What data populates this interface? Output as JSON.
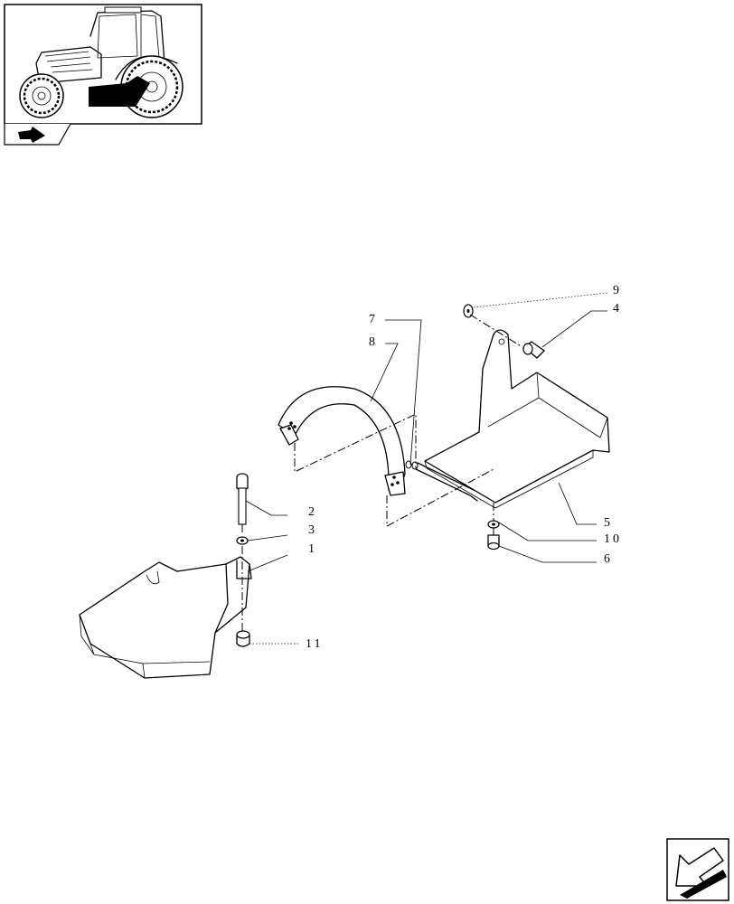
{
  "thumbnail": {
    "icon": "tractor-icon",
    "highlight_color": "#000000"
  },
  "corner_icon": "book-arrow-icon",
  "nav_icon": "previous-page-arrow-icon",
  "callouts": [
    {
      "id": "c9",
      "text": "9"
    },
    {
      "id": "c4",
      "text": "4"
    },
    {
      "id": "c7",
      "text": "7"
    },
    {
      "id": "c8",
      "text": "8"
    },
    {
      "id": "c2",
      "text": "2"
    },
    {
      "id": "c3",
      "text": "3"
    },
    {
      "id": "c1",
      "text": "1"
    },
    {
      "id": "c5",
      "text": "5"
    },
    {
      "id": "c10",
      "text": "10"
    },
    {
      "id": "c6",
      "text": "6"
    },
    {
      "id": "c11",
      "text": "11"
    }
  ]
}
